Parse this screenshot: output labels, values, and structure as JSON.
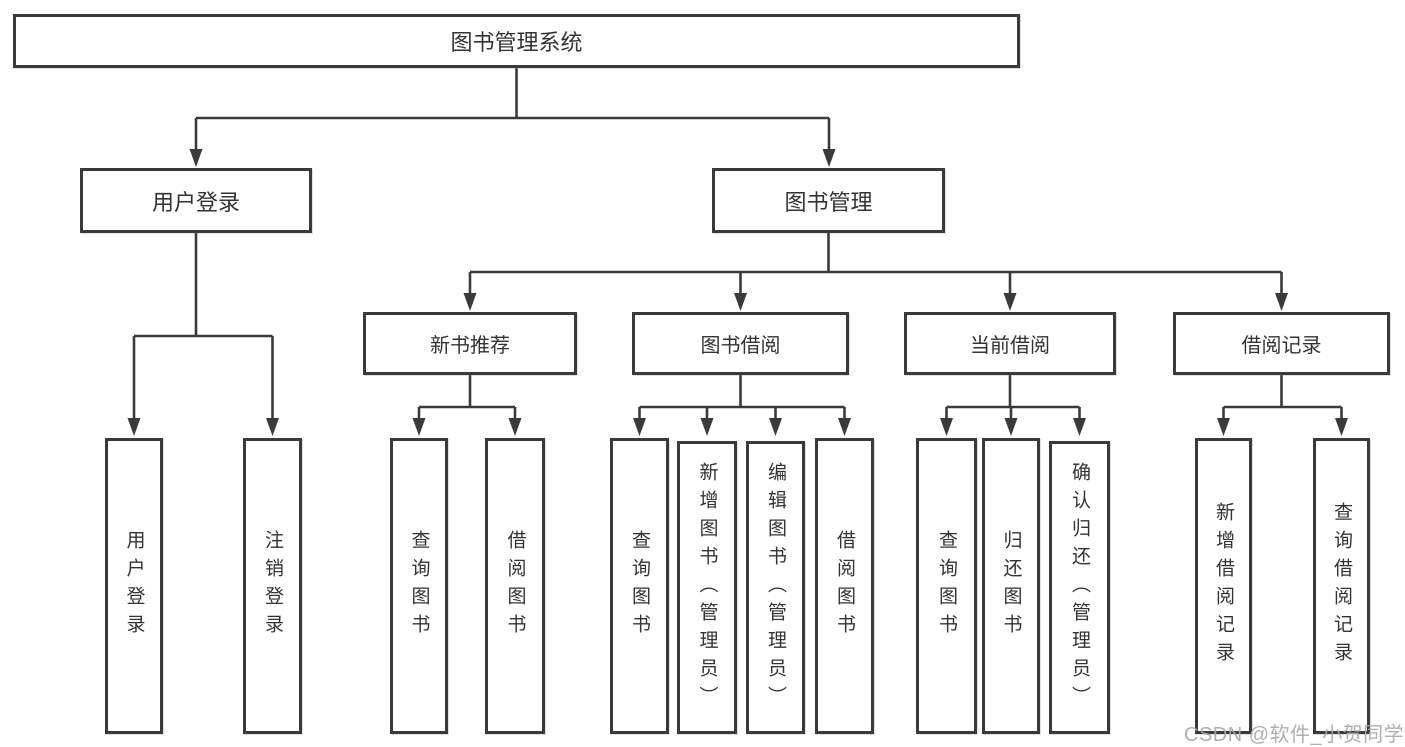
{
  "tree": {
    "label": "图书管理系统",
    "children": [
      {
        "label": "用户登录",
        "children": [
          {
            "label": "用户登录"
          },
          {
            "label": "注销登录"
          }
        ]
      },
      {
        "label": "图书管理",
        "children": [
          {
            "label": "新书推荐",
            "children": [
              {
                "label": "查询图书"
              },
              {
                "label": "借阅图书"
              }
            ]
          },
          {
            "label": "图书借阅",
            "children": [
              {
                "label": "查询图书"
              },
              {
                "label": "新增图书（管理员）"
              },
              {
                "label": "编辑图书（管理员）"
              },
              {
                "label": "借阅图书"
              }
            ]
          },
          {
            "label": "当前借阅",
            "children": [
              {
                "label": "查询图书"
              },
              {
                "label": "归还图书"
              },
              {
                "label": "确认归还（管理员）"
              }
            ]
          },
          {
            "label": "借阅记录",
            "children": [
              {
                "label": "新增借阅记录"
              },
              {
                "label": "查询借阅记录"
              }
            ]
          }
        ]
      }
    ]
  },
  "watermark": {
    "text": "CSDN @软件_小贺同学"
  },
  "colors": {
    "line": "#3a3a3a",
    "border": "#3a3a3a",
    "text": "#333333",
    "watermark": "#a8a8aa",
    "background": "#ffffff"
  }
}
